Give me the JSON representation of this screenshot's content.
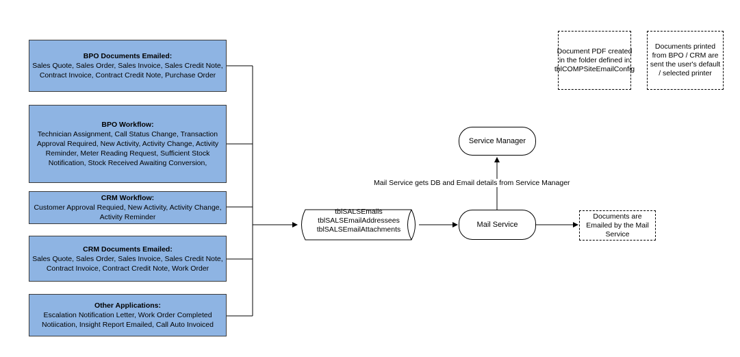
{
  "sources": [
    {
      "title": "BPO Documents Emailed:",
      "body": "Sales Quote, Sales Order, Sales Invoice, Sales Credit Note, Contract Invoice, Contract Credit Note, Purchase Order"
    },
    {
      "title": "BPO Workflow:",
      "body": "Technician Assignment, Call Status Change, Transaction Approval Required, New Activity, Activity Change, Activity Reminder, Meter Reading Request, Sufficient Stock Notification, Stock Received Awaiting Conversion,"
    },
    {
      "title": "CRM Workflow:",
      "body": "Customer Approval Requied, New Activity, Activity Change, Activity Reminder"
    },
    {
      "title": "CRM Documents Emailed:",
      "body": "Sales Quote, Sales Order, Sales Invoice, Sales Credit Note, Contract Invoice, Contract Credit Note, Work Order"
    },
    {
      "title": "Other Applications:",
      "body": "Escalation Notification Letter, Work Order Completed Notiication, Insight Report Emailed, Call Auto Invoiced"
    }
  ],
  "tables": [
    "tblSALSEmails",
    "tblSALSEmailAddressees",
    "tblSALSEmailAttachments"
  ],
  "mail_service": "Mail Service",
  "service_manager": "Service Manager",
  "edge_label": "Mail Service gets DB and Email details from Service Manager",
  "notes": {
    "pdf": "Document PDF created in the folder defined in tblCOMPSiteEmailConfig",
    "printed": "Documents printed from BPO / CRM are sent the user's default / selected printer",
    "emailed": "Documents are Emailed by the Mail Service"
  }
}
